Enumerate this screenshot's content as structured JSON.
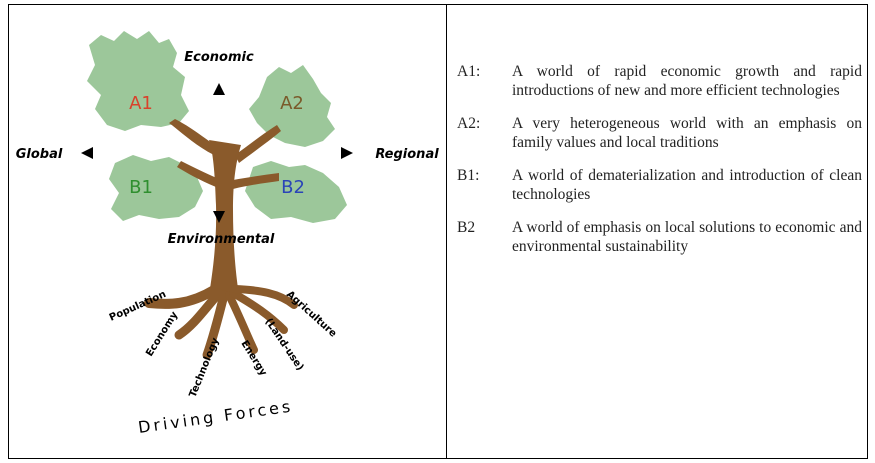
{
  "diagram": {
    "axes": {
      "top": "Economic",
      "bottom": "Environmental",
      "left": "Global",
      "right": "Regional"
    },
    "quadrants": [
      {
        "code": "A1",
        "color": "#d9412b"
      },
      {
        "code": "A2",
        "color": "#7a5a2a"
      },
      {
        "code": "B1",
        "color": "#2f8f2f"
      },
      {
        "code": "B2",
        "color": "#2a44b8"
      }
    ],
    "roots": [
      "Population",
      "Economy",
      "Technology",
      "Energy",
      "(Land-use)",
      "Agriculture"
    ],
    "caption": "Driving Forces",
    "colors": {
      "foliage": "#9cc79a",
      "trunk": "#8a5a2b"
    }
  },
  "legend": [
    {
      "code": "A1:",
      "text": "A world of rapid economic growth and rapid introductions of new and more efficient technologies"
    },
    {
      "code": "A2:",
      "text": "A very heterogeneous world with an emphasis on family values and local traditions"
    },
    {
      "code": "B1:",
      "text": "A world of dematerialization and introduction of clean technologies"
    },
    {
      "code": "B2",
      "text": "A world of emphasis on local solutions to economic and environmental sustainability"
    }
  ]
}
